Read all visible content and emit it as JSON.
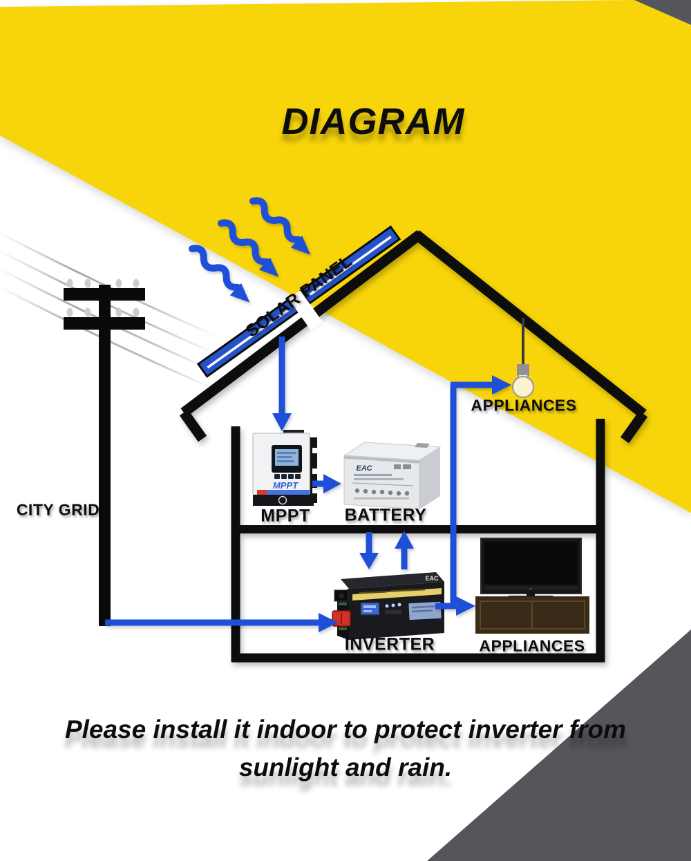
{
  "title": "DIAGRAM",
  "labels": {
    "solar_panel": "SOLAR PANEL",
    "city_grid": "CITY GRID",
    "mppt": "MPPT",
    "battery": "BATTERY",
    "inverter": "INVERTER",
    "appliances_upper": "APPLIANCES",
    "appliances_lower": "APPLIANCES"
  },
  "devices": {
    "mppt_brand": "MPPT",
    "battery_brand": "EAC",
    "inverter_brand": "EAC"
  },
  "note": {
    "line1": "Please install it indoor to protect inverter from",
    "line2": "sunlight and rain."
  },
  "colors": {
    "yellow": "#F7D50A",
    "arrow_blue": "#1E4FD8",
    "panel_blue": "#2553C9",
    "corner_gray": "#54565C",
    "house_black": "#0D0D0D",
    "cabinet_brown": "#3A2B18",
    "bulb_fill": "#FBF3CD"
  }
}
